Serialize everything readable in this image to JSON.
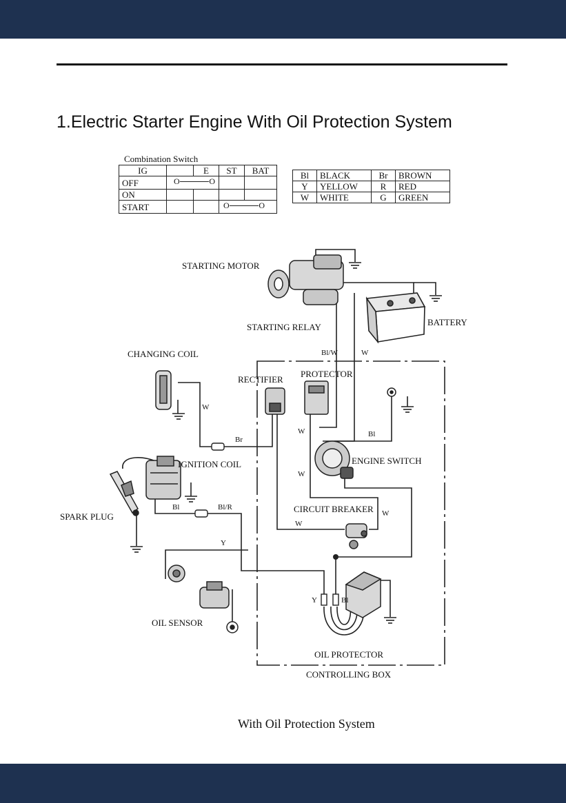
{
  "page": {
    "title": "1.Electric Starter Engine With Oil Protection System",
    "caption": "With Oil Protection System"
  },
  "combination_switch": {
    "title": "Combination Switch",
    "headers": [
      "IG",
      "",
      "E",
      "ST",
      "BAT"
    ],
    "rows": [
      {
        "label": "OFF",
        "connection": "IG-E"
      },
      {
        "label": "ON",
        "connection": ""
      },
      {
        "label": "START",
        "connection": "ST-BAT"
      }
    ],
    "terminal_symbol": "O"
  },
  "color_codes": [
    {
      "code": "Bl",
      "name": "BLACK"
    },
    {
      "code": "Br",
      "name": "BROWN"
    },
    {
      "code": "Y",
      "name": "YELLOW"
    },
    {
      "code": "R",
      "name": "RED"
    },
    {
      "code": "W",
      "name": "WHITE"
    },
    {
      "code": "G",
      "name": "GREEN"
    }
  ],
  "components": {
    "starting_motor": "STARTING MOTOR",
    "starting_relay": "STARTING RELAY",
    "battery": "BATTERY",
    "changing_coil": "CHANGING COIL",
    "rectifier": "RECTIFIER",
    "protector": "PROTECTOR",
    "engine_switch": "ENGINE SWITCH",
    "ignition_coil": "IGNITION COIL",
    "spark_plug": "SPARK PLUG",
    "circuit_breaker": "CIRCUIT  BREAKER",
    "oil_sensor": "OIL SENSOR",
    "oil_protector": "OIL PROTECTOR",
    "controlling_box": "CONTROLLING BOX"
  },
  "wire_labels": {
    "relay_bl_w": "Bl/W",
    "relay_w": "W",
    "coil_w": "W",
    "rectifier_br": "Br",
    "protector_w": "W",
    "switch_bl": "Bl",
    "switch_w": "W",
    "ign_bl": "Bl",
    "ign_bl_r": "Bl/R",
    "breaker_w_right": "W",
    "breaker_w_bottom": "W",
    "sensor_y": "Y",
    "protector_y": "Y",
    "protector_bl": "Bl"
  },
  "colors": {
    "band": "#1e3150"
  }
}
